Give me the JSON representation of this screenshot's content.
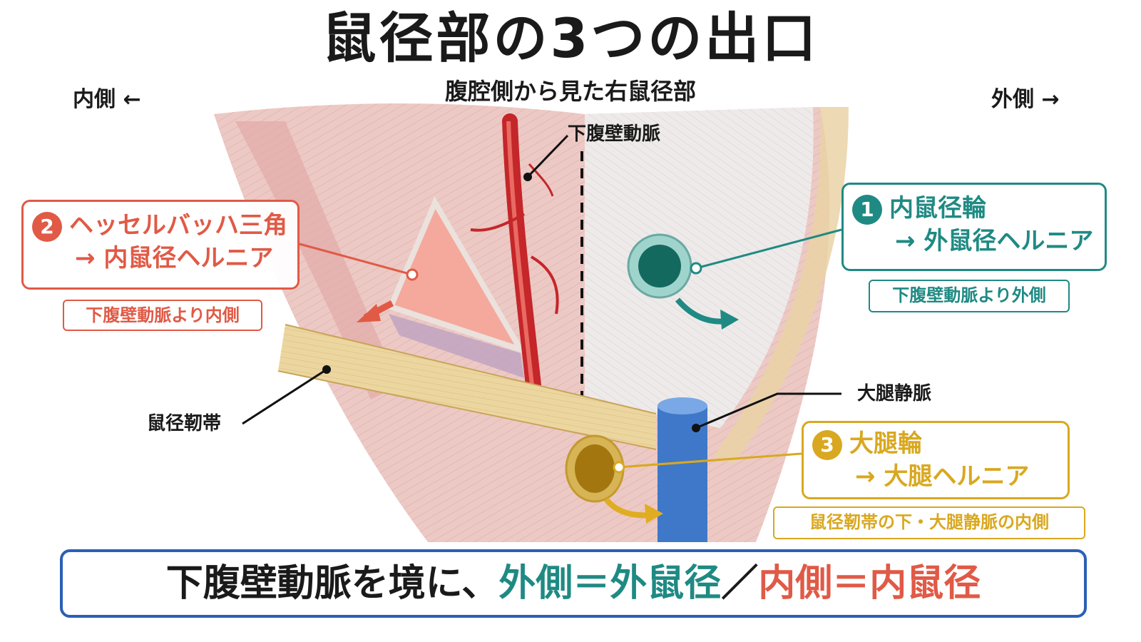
{
  "title": "鼠径部の3つの出口",
  "subtitle": "腹腔側から見た右鼠径部",
  "orientation": {
    "medial": "内側 ←",
    "lateral": "外側 →"
  },
  "labels": {
    "inferior_epigastric": "下腹壁動脈",
    "inguinal_ligament": "鼠径靭帯",
    "femoral_vein": "大腿静脈"
  },
  "exits": [
    {
      "number": "1",
      "name": "内鼠径輪",
      "hernia": "→ 外鼠径ヘルニア",
      "note": "下腹壁動脈より外側",
      "color": "#1f8a83"
    },
    {
      "number": "2",
      "name": "ヘッセルバッハ三角",
      "hernia": "→ 内鼠径ヘルニア",
      "note": "下腹壁動脈より内側",
      "color": "#e05a46"
    },
    {
      "number": "3",
      "name": "大腿輪",
      "hernia": "→ 大腿ヘルニア",
      "note": "鼠径靭帯の下・大腿静脈の内側",
      "color": "#d9a820"
    }
  ],
  "summary": {
    "prefix": "下腹壁動脈を境に、",
    "lateral": "外側＝外鼠径",
    "separator": "／",
    "medial": "内側＝内鼠径"
  }
}
